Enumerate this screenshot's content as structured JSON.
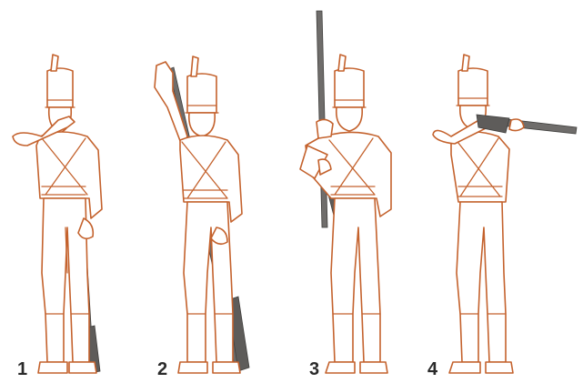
{
  "figures": [
    {
      "label": "1"
    },
    {
      "label": "2"
    },
    {
      "label": "3"
    },
    {
      "label": "4"
    }
  ],
  "colors": {
    "outline": "#c4622d",
    "musket": "#6f6d6b",
    "numerals": "#2a2a2a",
    "background": "#ffffff"
  }
}
